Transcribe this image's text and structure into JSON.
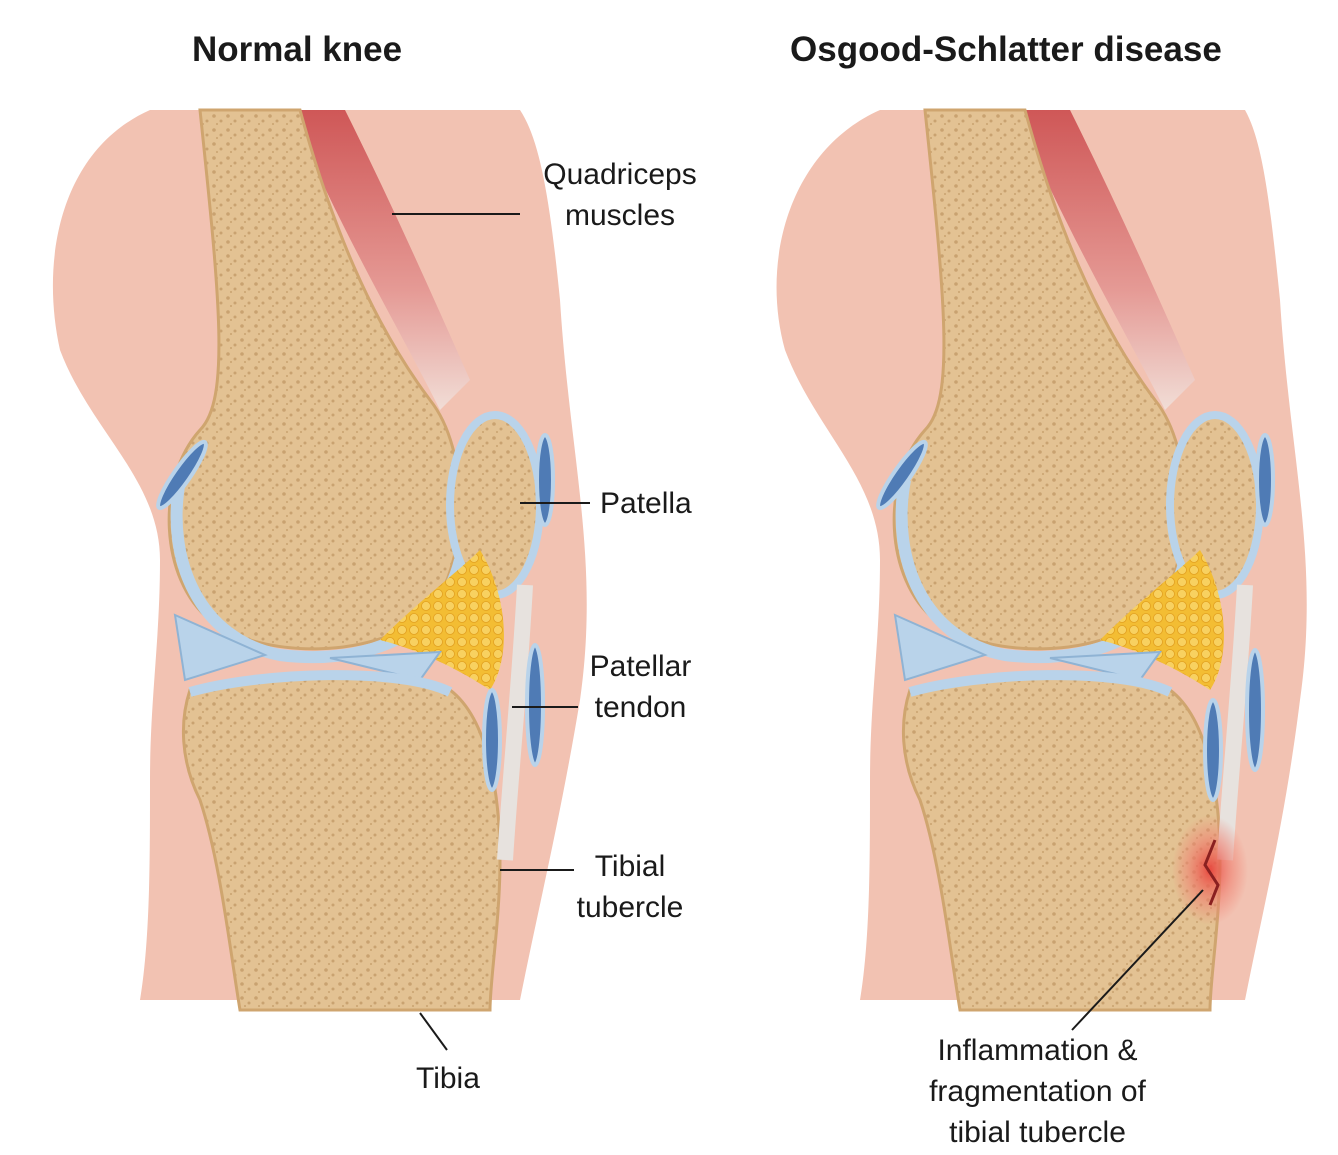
{
  "panels": {
    "left": {
      "title": "Normal knee"
    },
    "right": {
      "title": "Osgood-Schlatter disease"
    }
  },
  "labels": {
    "quadriceps": [
      "Quadriceps",
      "muscles"
    ],
    "patella": "Patella",
    "patellar_tendon": [
      "Patellar",
      "tendon"
    ],
    "tibial_tubercle": [
      "Tibial",
      "tubercle"
    ],
    "tibia": "Tibia",
    "inflammation": [
      "Inflammation &",
      "fragmentation of",
      "tibial tubercle"
    ]
  },
  "colors": {
    "skin": "#f3c4b6",
    "skin_dark": "#e8a996",
    "bone": "#e6c99a",
    "bone_edge": "#d8b07a",
    "cartilage": "#b9d3ea",
    "fat": "#f5c33b",
    "muscle": "#d96c6c",
    "bursa": "#4f7bb5",
    "inflammation": "#e8423a"
  }
}
